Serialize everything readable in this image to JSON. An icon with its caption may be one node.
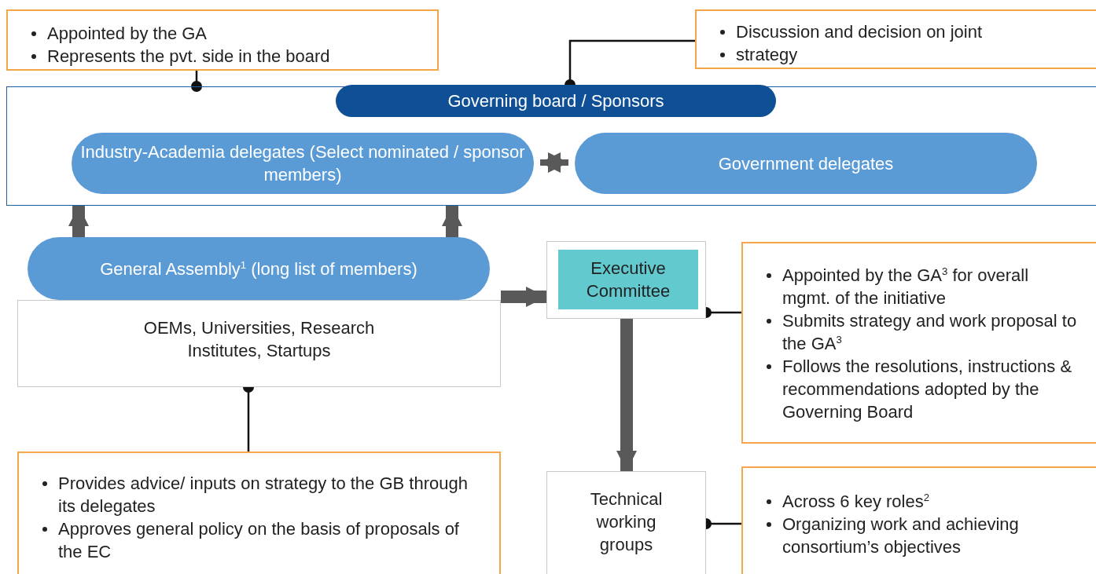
{
  "diagram": {
    "nodes": [
      {
        "text": [
          "Appointed by the GA",
          "Represents the pvt. side in the board"
        ]
      },
      {
        "text": [
          "Discussion and decision on joint",
          "strategy"
        ]
      },
      {
        "text": [],
        "shape": "box"
      },
      {
        "text": [
          "Governing board / Sponsors"
        ],
        "in": 2
      },
      {
        "text": [
          "Industry-Academia delegates (Select nominated / sponsor members)"
        ],
        "in": 2
      },
      {
        "text": [
          "Government delegates"
        ],
        "in": 2
      },
      {
        "text": [
          "General Assembly$^{1}$ (long list of members)"
        ]
      },
      {
        "text": [
          "OEMs, Universities, Research Institutes, Startups"
        ]
      },
      {
        "text": [],
        "shape": "box"
      },
      {
        "text": [
          "Executive Committee"
        ],
        "in": 8
      },
      {
        "text": [
          "Appointed by the GA$^{3}$ for overall mgmt. of the initiative",
          "Submits strategy and work proposal to the GA$^{3}$",
          "Follows the resolutions, instructions & recommendations adopted by the Governing Board"
        ]
      },
      {
        "text": [
          "Provides advice/ inputs on strategy to the GB through its delegates",
          "Approves general policy on the basis of proposals of the EC"
        ]
      },
      {
        "text": [
          "Technical working groups"
        ]
      },
      {
        "text": [
          "Across 6 key roles$^{2}$",
          "Organizing work and achieving consortium’s objectives"
        ]
      }
    ],
    "edges": [
      {
        "from": 0,
        "to": 2,
        "arrow": "other"
      },
      {
        "from": 1,
        "to": 3,
        "arrow": "other"
      },
      {
        "from": 4,
        "to": 5,
        "arrow": "both",
        "style": "thick",
        "color": "#595959"
      },
      {
        "from": 6,
        "to": 2,
        "arrow": "to",
        "style": "thick",
        "color": "#595959"
      },
      {
        "from": 6,
        "to": 2,
        "arrow": "to",
        "style": "thick",
        "color": "#595959"
      },
      {
        "from": 7,
        "to": 8,
        "arrow": "to",
        "style": "thick",
        "color": "#595959"
      },
      {
        "from": 8,
        "to": 12,
        "arrow": "to",
        "style": "thick",
        "color": "#595959"
      },
      {
        "from": 10,
        "to": 8,
        "arrow": "other"
      },
      {
        "from": 11,
        "to": 7,
        "arrow": "other"
      },
      {
        "from": 13,
        "to": 12,
        "arrow": "other"
      }
    ]
  }
}
